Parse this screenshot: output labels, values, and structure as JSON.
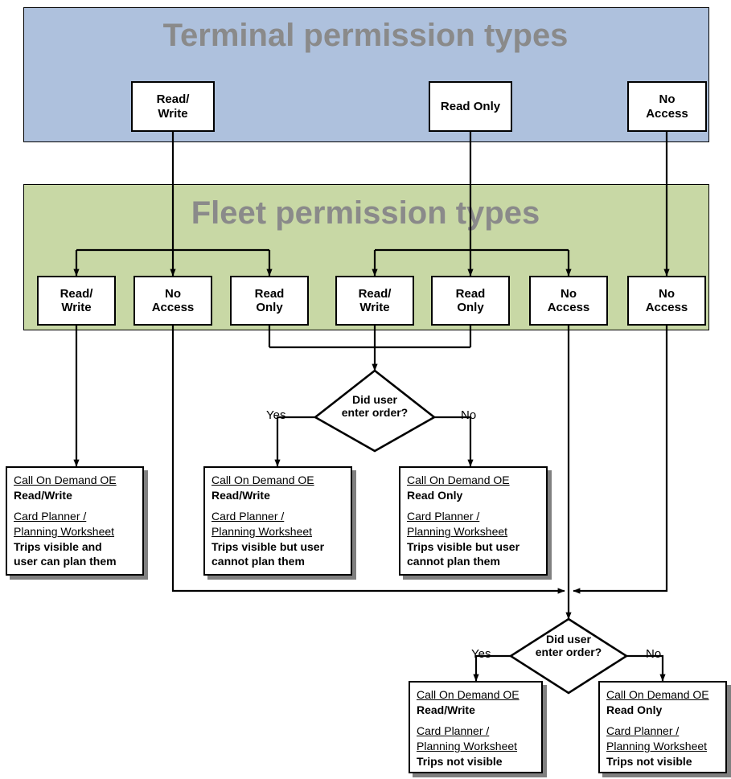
{
  "diagram": {
    "bands": [
      {
        "id": "terminal",
        "title": "Terminal permission types",
        "color": "#aec1dd"
      },
      {
        "id": "fleet",
        "title": "Fleet permission types",
        "color": "#c8d8a5"
      }
    ],
    "terminal_boxes": [
      {
        "id": "t-rw",
        "label": "Read/\nWrite",
        "line1": "Read/",
        "line2": "Write"
      },
      {
        "id": "t-ro",
        "label": "Read Only",
        "line1": "Read Only",
        "line2": ""
      },
      {
        "id": "t-na",
        "label": "No\nAccess",
        "line1": "No",
        "line2": "Access"
      }
    ],
    "fleet_boxes": [
      {
        "id": "f1",
        "line1": "Read/",
        "line2": "Write"
      },
      {
        "id": "f2",
        "line1": "No",
        "line2": "Access"
      },
      {
        "id": "f3",
        "line1": "Read",
        "line2": "Only"
      },
      {
        "id": "f4",
        "line1": "Read/",
        "line2": "Write"
      },
      {
        "id": "f5",
        "line1": "Read",
        "line2": "Only"
      },
      {
        "id": "f6",
        "line1": "No",
        "line2": "Access"
      },
      {
        "id": "f7",
        "line1": "No",
        "line2": "Access"
      }
    ],
    "decisions": [
      {
        "id": "d1",
        "line1": "Did user",
        "line2": "enter order?",
        "yes": "Yes",
        "no": "No"
      },
      {
        "id": "d2",
        "line1": "Did user",
        "line2": "enter order?",
        "yes": "Yes",
        "no": "No"
      }
    ],
    "results": [
      {
        "id": "r1",
        "oe_header": "Call On Demand OE",
        "oe_value": "Read/Write",
        "cp_header_line1": "Card Planner /",
        "cp_header_line2": "Planning Worksheet",
        "cp_value_line1": "Trips visible and",
        "cp_value_line2": "user can plan them"
      },
      {
        "id": "r2",
        "oe_header": "Call On Demand OE",
        "oe_value": "Read/Write",
        "cp_header_line1": "Card Planner /",
        "cp_header_line2": "Planning Worksheet",
        "cp_value_line1": "Trips visible but user",
        "cp_value_line2": "cannot plan them"
      },
      {
        "id": "r3",
        "oe_header": "Call On Demand OE",
        "oe_value": "Read Only",
        "cp_header_line1": "Card Planner /",
        "cp_header_line2": "Planning Worksheet",
        "cp_value_line1": "Trips visible but user",
        "cp_value_line2": "cannot plan them"
      },
      {
        "id": "r4",
        "oe_header": "Call On Demand OE",
        "oe_value": "Read/Write",
        "cp_header_line1": "Card Planner /",
        "cp_header_line2": "Planning Worksheet",
        "cp_value_line1": "Trips not visible",
        "cp_value_line2": ""
      },
      {
        "id": "r5",
        "oe_header": "Call On Demand OE",
        "oe_value": "Read Only",
        "cp_header_line1": "Card Planner /",
        "cp_header_line2": "Planning Worksheet",
        "cp_value_line1": "Trips not visible",
        "cp_value_line2": ""
      }
    ],
    "colors": {
      "terminal_band": "#aec1dd",
      "fleet_band": "#c8d8a5",
      "band_title": "#8a8a8a",
      "line": "#000000",
      "shadow": "#808080"
    }
  }
}
